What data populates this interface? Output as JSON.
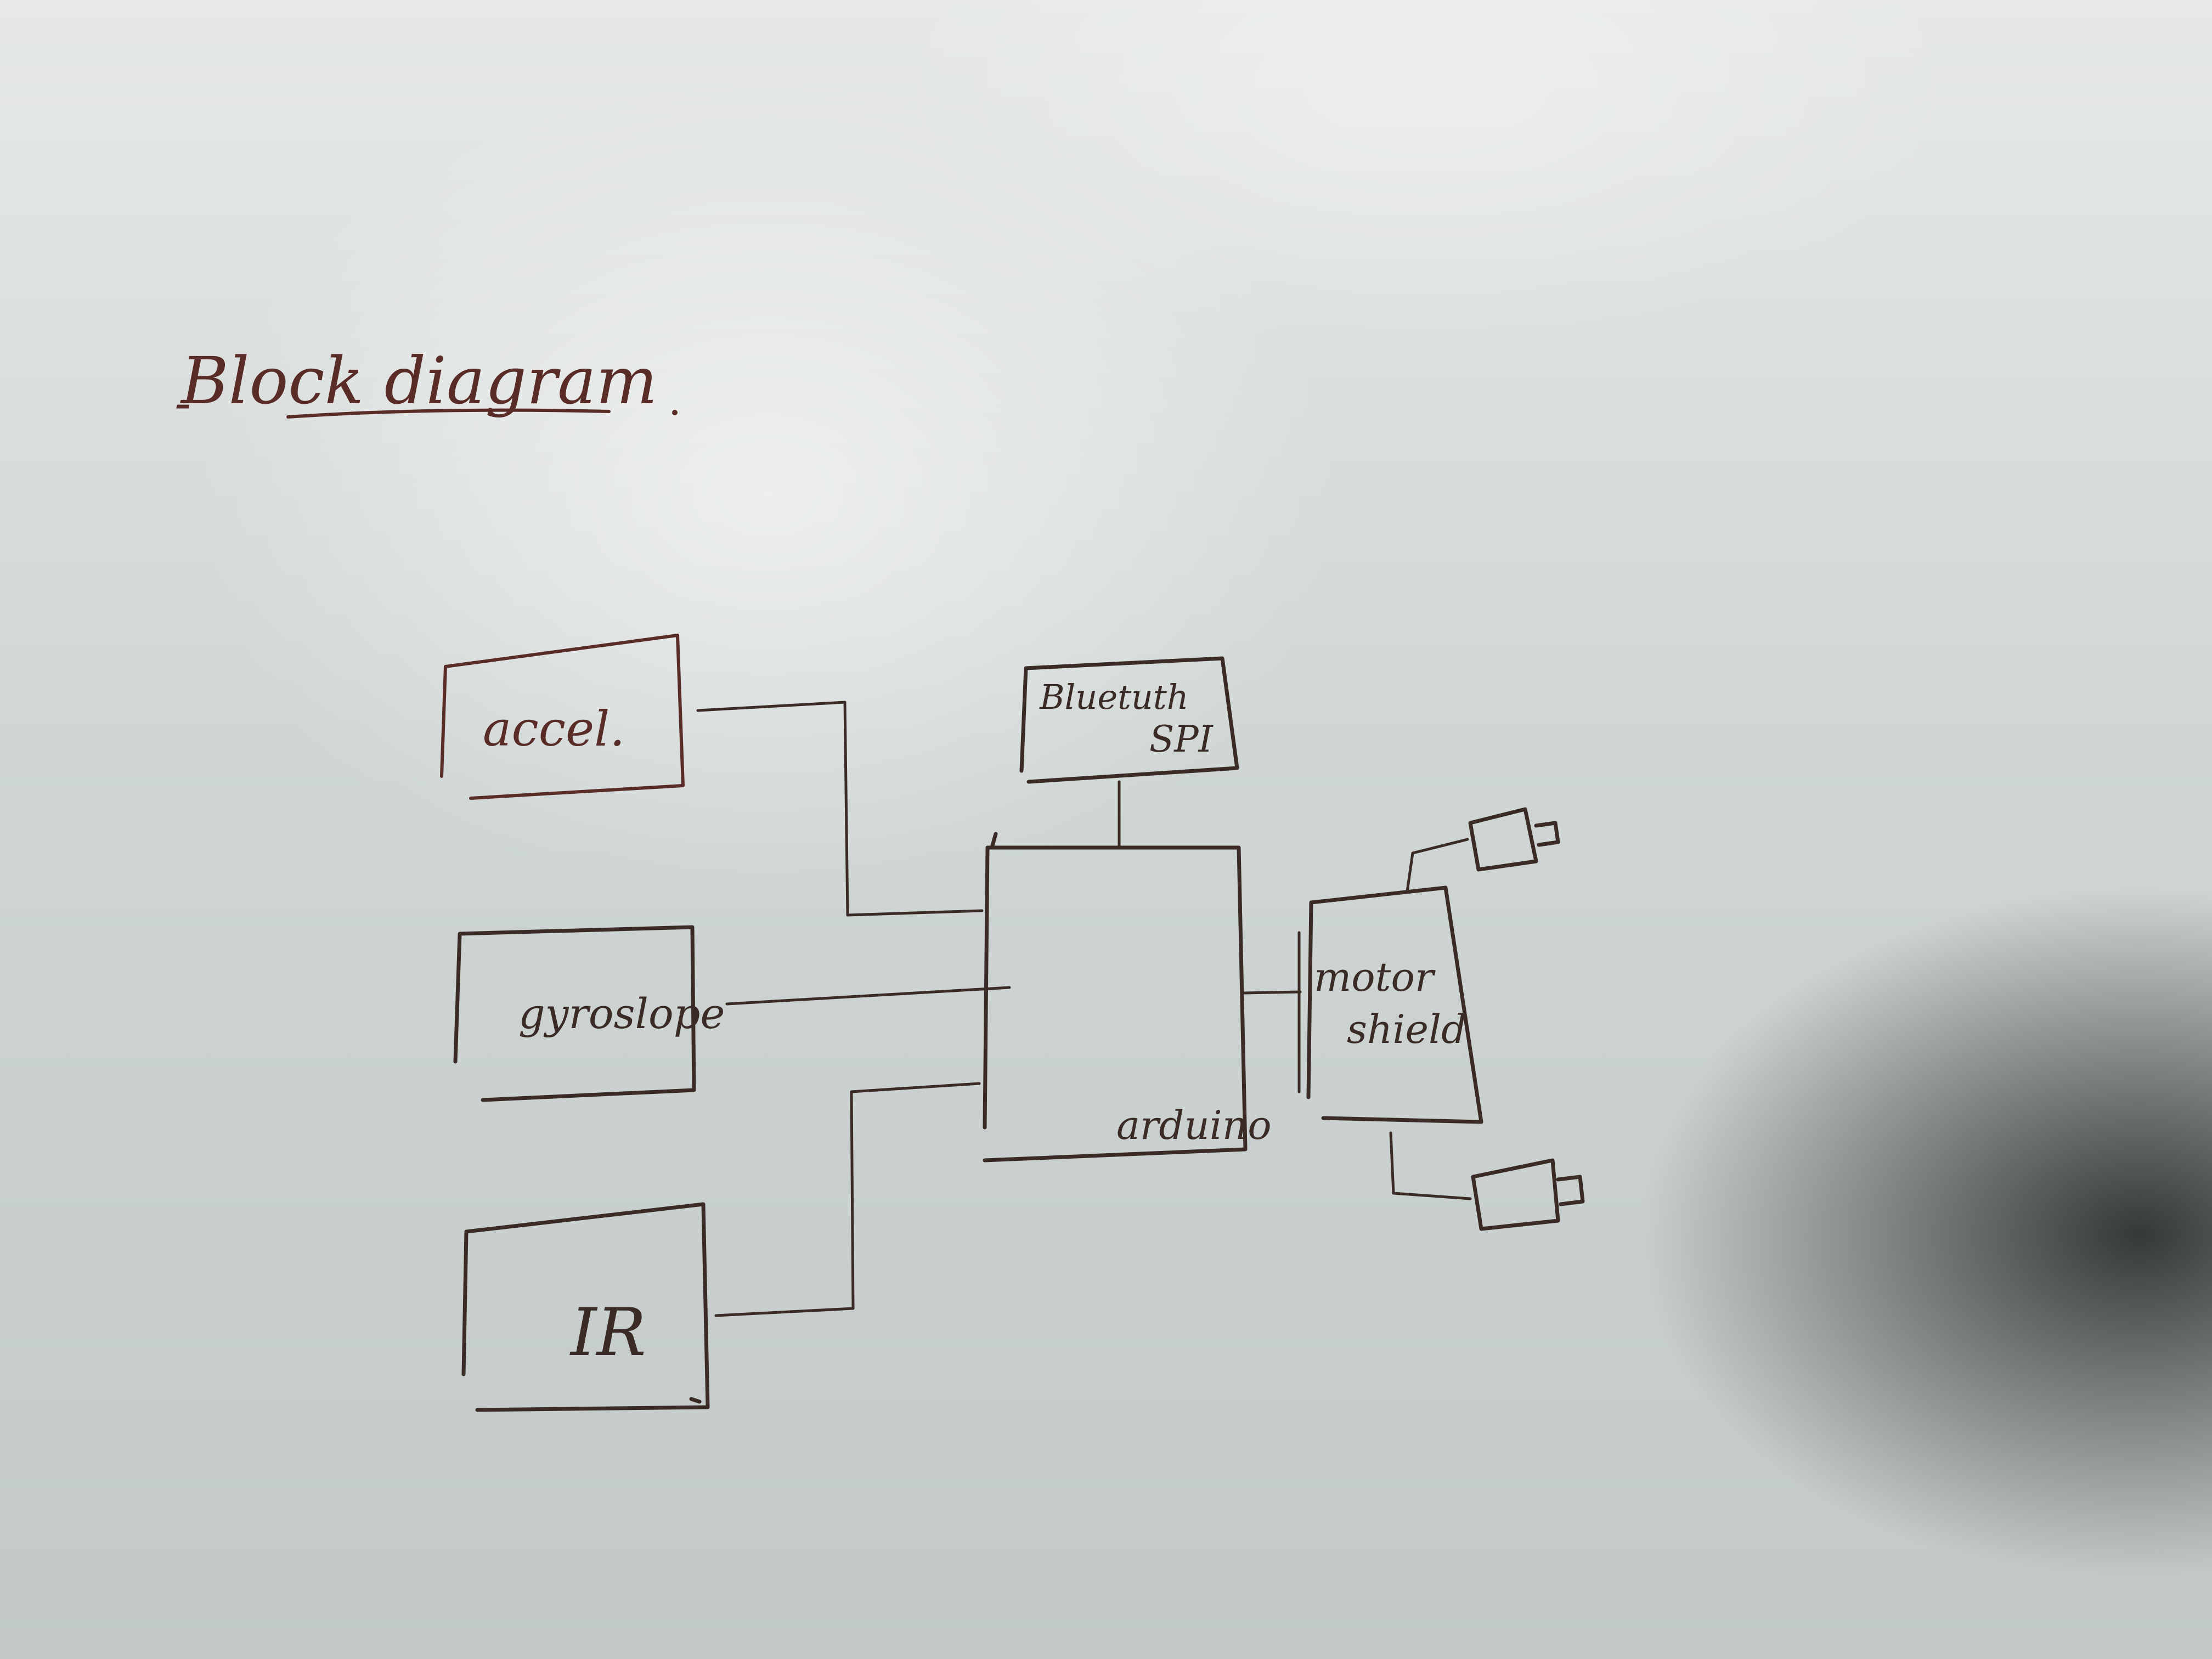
{
  "title": "Block diagram",
  "title_prefix": "-",
  "blocks": {
    "accel": "accel.",
    "gyro": "gyroslope",
    "ir": "IR",
    "bluetooth": "Bluetuth",
    "spi": "SPI",
    "arduino": "arduino",
    "motor": "motor",
    "shield": "shield"
  }
}
